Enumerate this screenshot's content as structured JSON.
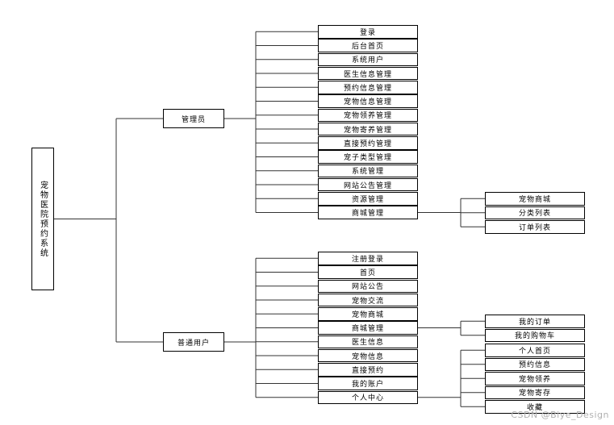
{
  "root": {
    "label": "宠物医院预约系统"
  },
  "admin": {
    "label": "管理员",
    "items": [
      "登录",
      "后台首页",
      "系统用户",
      "医生信息管理",
      "预约信息管理",
      "宠物信息管理",
      "宠物领养管理",
      "宠物寄养管理",
      "直接预约管理",
      "宠子类型管理",
      "系统管理",
      "网站公告管理",
      "资源管理",
      "商城管理"
    ],
    "mall_children": [
      "宠物商城",
      "分类列表",
      "订单列表"
    ]
  },
  "user": {
    "label": "普通用户",
    "items": [
      "注册登录",
      "首页",
      "网站公告",
      "宠物交流",
      "宠物商城",
      "商城管理",
      "医生信息",
      "宠物信息",
      "直接预约",
      "我的账户",
      "个人中心"
    ],
    "mall_children": [
      "我的订单",
      "我的购物车"
    ],
    "center_children": [
      "个人首页",
      "预约信息",
      "宠物领养",
      "宠物寄存",
      "收藏"
    ]
  },
  "watermark": "CSDN @Biye_Design"
}
